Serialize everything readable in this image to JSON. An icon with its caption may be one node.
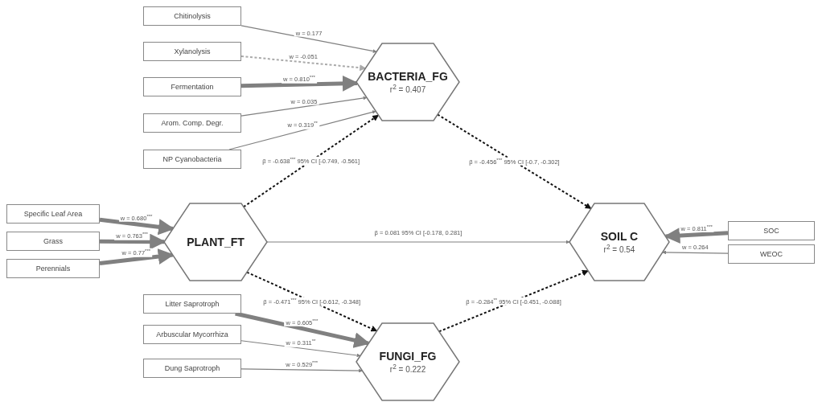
{
  "diagram": {
    "nodes": [
      {
        "text": [
          "Chitinolysis"
        ]
      },
      {
        "text": [
          "Xylanolysis"
        ]
      },
      {
        "text": [
          "Fermentation"
        ]
      },
      {
        "text": [
          "Arom. Comp. Degr."
        ]
      },
      {
        "text": [
          "NP Cyanobacteria"
        ]
      },
      {
        "text": [
          "BACTERIA_FG",
          "r$^{2}$ = 0.407"
        ]
      },
      {
        "text": [
          "Specific Leaf Area"
        ]
      },
      {
        "text": [
          "Grass"
        ]
      },
      {
        "text": [
          "Perennials"
        ]
      },
      {
        "text": [
          "PLANT_FT"
        ]
      },
      {
        "text": [
          "SOIL C",
          "r$^{2}$ = 0.54"
        ]
      },
      {
        "text": [
          "SOC"
        ]
      },
      {
        "text": [
          "WEOC"
        ]
      },
      {
        "text": [
          "Litter Saprotroph"
        ]
      },
      {
        "text": [
          "Arbuscular Mycorrhiza"
        ]
      },
      {
        "text": [
          "Dung Saprotroph"
        ]
      },
      {
        "text": [
          "FUNGI_FG",
          "r$^{2}$ = 0.222"
        ]
      }
    ],
    "edges": [
      {
        "from": 0,
        "to": 5,
        "arrow": "to",
        "label": "w = 0.177"
      },
      {
        "from": 1,
        "to": 5,
        "arrow": "to",
        "label": "w = -0.051",
        "style": "dashed",
        "color": "#aaaaaa"
      },
      {
        "from": 2,
        "to": 5,
        "arrow": "to",
        "label": "w = 0.810$^{***}$",
        "style": "thick"
      },
      {
        "from": 3,
        "to": 5,
        "arrow": "to",
        "label": "w = 0.035"
      },
      {
        "from": 4,
        "to": 5,
        "arrow": "to",
        "label": "w = 0.319$^{**}$"
      },
      {
        "from": 6,
        "to": 9,
        "arrow": "to",
        "label": "w = 0.680$^{***}$",
        "style": "thick"
      },
      {
        "from": 7,
        "to": 9,
        "arrow": "to",
        "label": "w = 0.763$^{***}$",
        "style": "thick"
      },
      {
        "from": 8,
        "to": 9,
        "arrow": "to",
        "label": "w = 0.77$^{***}$",
        "style": "thick"
      },
      {
        "from": 9,
        "to": 5,
        "arrow": "to",
        "label": "β = -0.638$^{***}$ 95% CI [-0.749, -0.561]",
        "style": "dashed",
        "color": "#111111"
      },
      {
        "from": 9,
        "to": 10,
        "arrow": "to",
        "label": "β = 0.081 95% CI [-0.178, 0.281]"
      },
      {
        "from": 9,
        "to": 16,
        "arrow": "to",
        "label": "β = -0.471$^{***}$ 95% CI [-0.612, -0.348]",
        "style": "dashed",
        "color": "#111111"
      },
      {
        "from": 5,
        "to": 10,
        "arrow": "to",
        "label": "β = -0.456$^{***}$ 95% CI [-0.7, -0.302]",
        "style": "dashed",
        "color": "#111111"
      },
      {
        "from": 16,
        "to": 10,
        "arrow": "to",
        "label": "β = -0.284$^{**}$ 95% CI [-0.451, -0.088]",
        "style": "dashed",
        "color": "#111111"
      },
      {
        "from": 11,
        "to": 10,
        "arrow": "to",
        "label": "w = 0.811$^{***}$",
        "style": "thick"
      },
      {
        "from": 12,
        "to": 10,
        "arrow": "to",
        "label": "w = 0.264"
      },
      {
        "from": 13,
        "to": 16,
        "arrow": "to",
        "label": "w = 0.605$^{***}$",
        "style": "thick"
      },
      {
        "from": 14,
        "to": 16,
        "arrow": "to",
        "label": "w = 0.311$^{**}$"
      },
      {
        "from": 15,
        "to": 16,
        "arrow": "to",
        "label": "w = 0.529$^{***}$"
      }
    ]
  }
}
